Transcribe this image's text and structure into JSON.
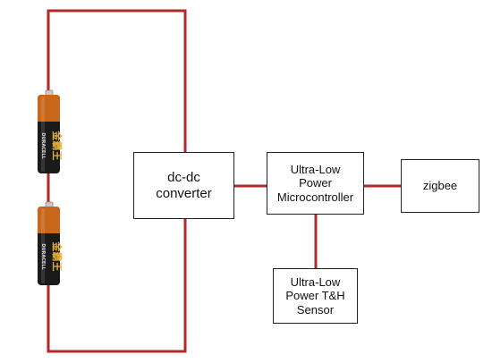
{
  "components": {
    "dcdc": {
      "label": "dc-dc\nconverter"
    },
    "mcu": {
      "label": "Ultra-Low\nPower\nMicrocontroller"
    },
    "zigbee": {
      "label": "zigbee"
    },
    "sensor": {
      "label": "Ultra-Low\nPower T&H\nSensor"
    }
  },
  "batteries": [
    {
      "brand": "金霸王",
      "model": "DURACELL"
    },
    {
      "brand": "金霸王",
      "model": "DURACELL"
    }
  ],
  "colors": {
    "wire": "#b02a2a",
    "battery_body": "#1a1a1a",
    "battery_band": "#c8661a"
  }
}
